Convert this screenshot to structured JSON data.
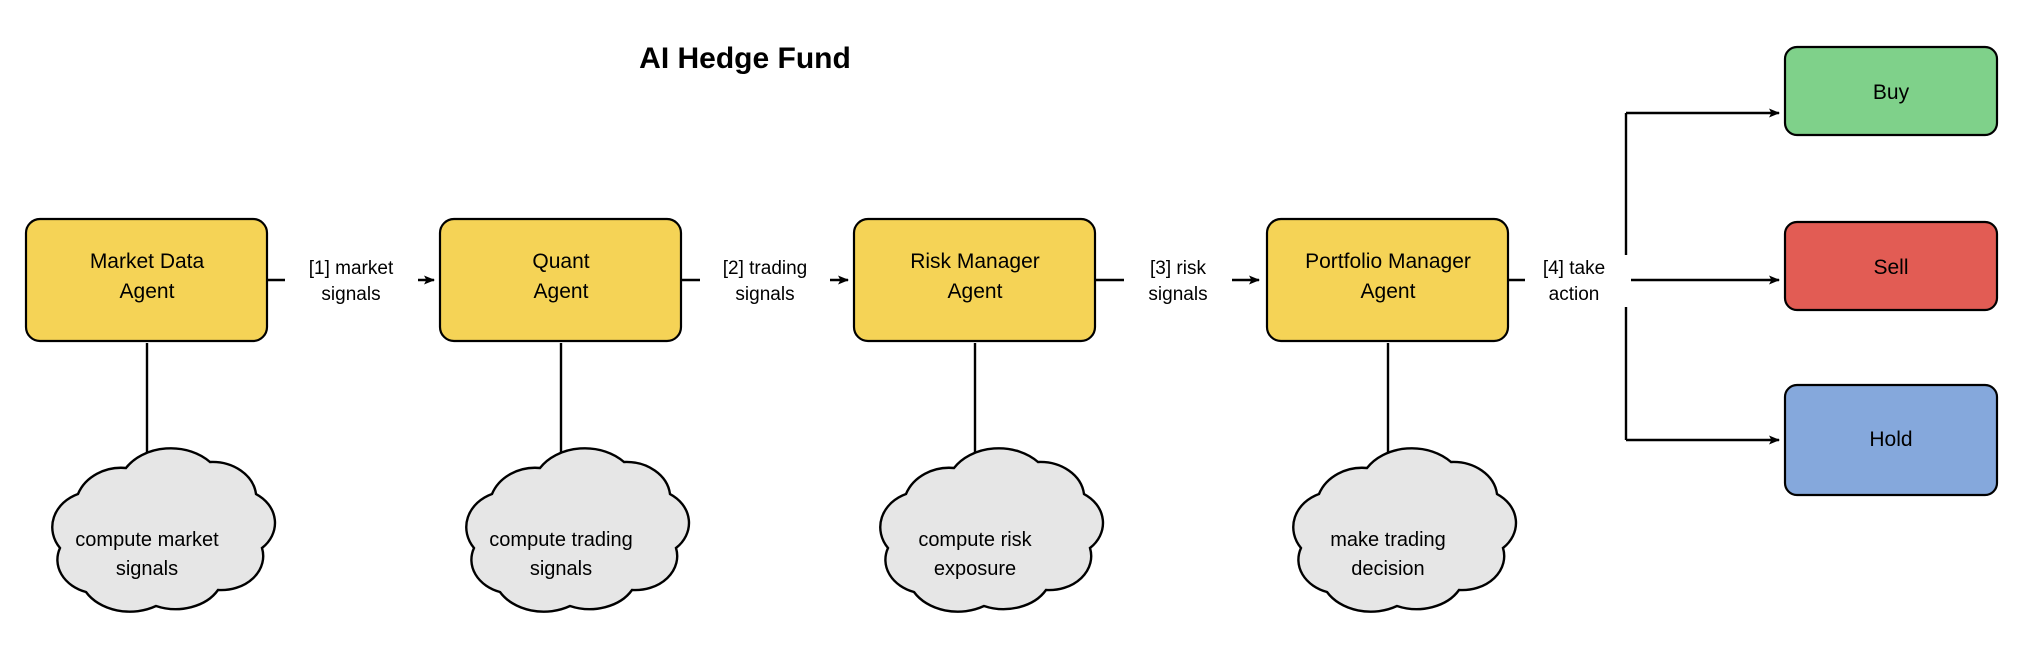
{
  "diagram": {
    "title": "AI Hedge Fund",
    "background": "#ffffff",
    "colors": {
      "agent_fill": "#F5D356",
      "cloud_fill": "#E6E6E6",
      "buy_fill": "#7FD18A",
      "sell_fill": "#E25C54",
      "hold_fill": "#85A8DC",
      "stroke": "#000000",
      "text": "#000000"
    },
    "agents": [
      {
        "id": "market-data-agent",
        "line1": "Market Data",
        "line2": "Agent"
      },
      {
        "id": "quant-agent",
        "line1": "Quant",
        "line2": "Agent"
      },
      {
        "id": "risk-manager-agent",
        "line1": "Risk Manager",
        "line2": "Agent"
      },
      {
        "id": "portfolio-manager-agent",
        "line1": "Portfolio Manager",
        "line2": "Agent"
      }
    ],
    "clouds": [
      {
        "id": "compute-market-signals",
        "line1": "compute market",
        "line2": "signals"
      },
      {
        "id": "compute-trading-signals",
        "line1": "compute trading",
        "line2": "signals"
      },
      {
        "id": "compute-risk-exposure",
        "line1": "compute risk",
        "line2": "exposure"
      },
      {
        "id": "make-trading-decision",
        "line1": "make trading",
        "line2": "decision"
      }
    ],
    "edge_labels": [
      {
        "id": "edge-1",
        "line1": "[1] market",
        "line2": "signals"
      },
      {
        "id": "edge-2",
        "line1": "[2] trading",
        "line2": "signals"
      },
      {
        "id": "edge-3",
        "line1": "[3] risk",
        "line2": "signals"
      },
      {
        "id": "edge-4",
        "line1": "[4] take",
        "line2": "action"
      }
    ],
    "actions": [
      {
        "id": "action-buy",
        "label": "Buy"
      },
      {
        "id": "action-sell",
        "label": "Sell"
      },
      {
        "id": "action-hold",
        "label": "Hold"
      }
    ]
  }
}
